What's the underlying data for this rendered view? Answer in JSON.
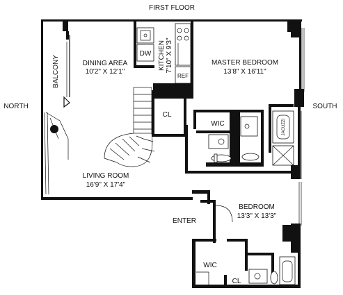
{
  "header": {
    "title": "FIRST FLOOR"
  },
  "compass": {
    "left": "NORTH",
    "right": "SOUTH"
  },
  "rooms": {
    "dining": {
      "name": "DINING AREA",
      "size": "10'2\" X 12'1\""
    },
    "kitchen": {
      "name": "KITCHEN",
      "size": "7'10\" X 9'3\""
    },
    "dw": "DW",
    "ref": "REF",
    "master": {
      "name": "MASTER BEDROOM",
      "size": "13'8\" X 16'11\""
    },
    "balcony": "BALCONY",
    "closet_upper": "CL",
    "wic_upper": "WIC",
    "jacuzzi": "JACUZZI",
    "living": {
      "name": "LIVING ROOM",
      "size": "16'9\" X 17'4\""
    },
    "bedroom": {
      "name": "BEDROOM",
      "size": "13'3\" X 13'3\""
    },
    "enter": "ENTER",
    "wic_lower": "WIC",
    "closet_lower": "CL"
  }
}
